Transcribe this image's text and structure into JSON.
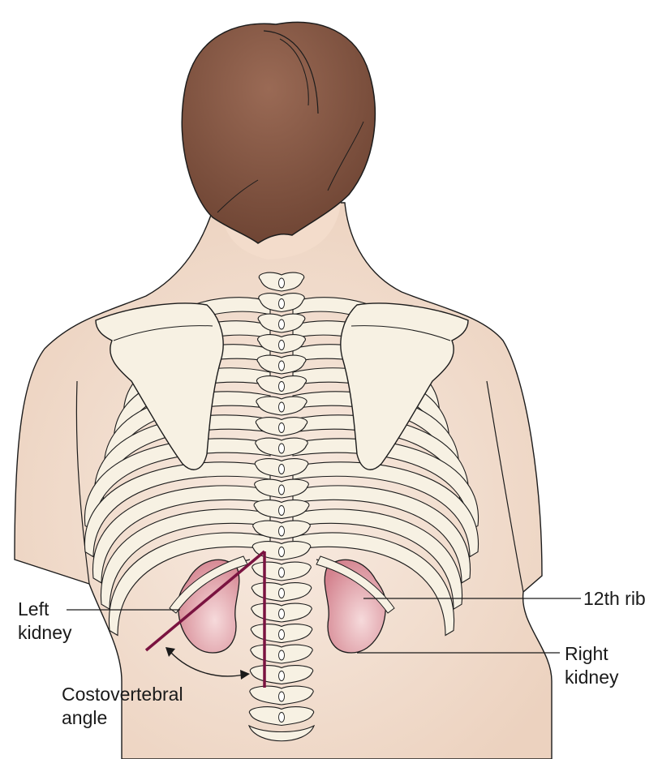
{
  "labels": {
    "left_kidney": [
      "Left",
      "kidney"
    ],
    "twelfth_rib": "12th rib",
    "right_kidney": [
      "Right",
      "kidney"
    ],
    "costovertebral_angle": [
      "Costovertebral",
      "angle"
    ]
  },
  "colors": {
    "skin_light": "#f6e6da",
    "skin_shade": "#e9cdb7",
    "hair": "#7b4e3c",
    "hair_light": "#9a6a55",
    "bone": "#f7f1e3",
    "bone_outline": "#1c1c1c",
    "kidney": "#d98e98",
    "kidney_light": "#f3c9cc",
    "angle_lines": "#7a1340",
    "leader_lines": "#1a1a1a"
  }
}
